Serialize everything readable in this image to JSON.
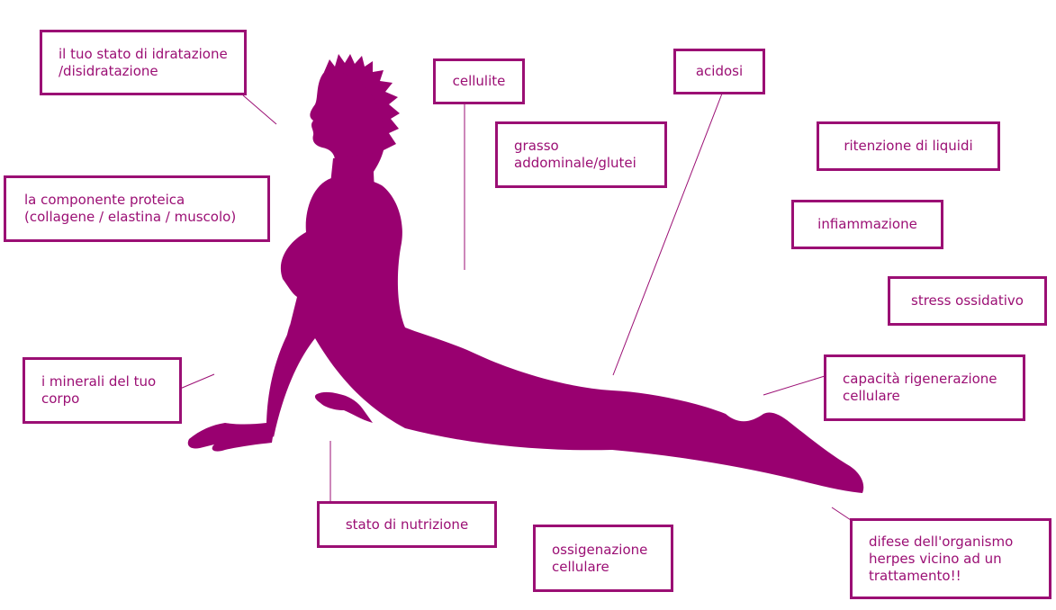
{
  "colors": {
    "accent": "#9b0f74",
    "silhouette": "#990070",
    "background": "#ffffff"
  },
  "figure": {
    "icon": "woman-yoga-cobra-pose-silhouette"
  },
  "labels": {
    "idratazione": "il tuo stato di idratazione\n/disidratazione",
    "componente_proteica": "la componente proteica\n(collagene / elastina / muscolo)",
    "minerali": "i minerali del tuo\ncorpo",
    "nutrizione": "stato di nutrizione",
    "ossigenazione": "ossigenazione\ncellulare",
    "cellulite": "cellulite",
    "grasso": "grasso\naddominale/glutei",
    "acidosi": "acidosi",
    "ritenzione": "ritenzione di liquidi",
    "infiammazione": "infiammazione",
    "stress": "stress ossidativo",
    "rigenerazione": "capacità rigenerazione\ncellulare",
    "difese": "difese dell'organismo\nherpes vicino ad un\ntrattamento!!"
  }
}
